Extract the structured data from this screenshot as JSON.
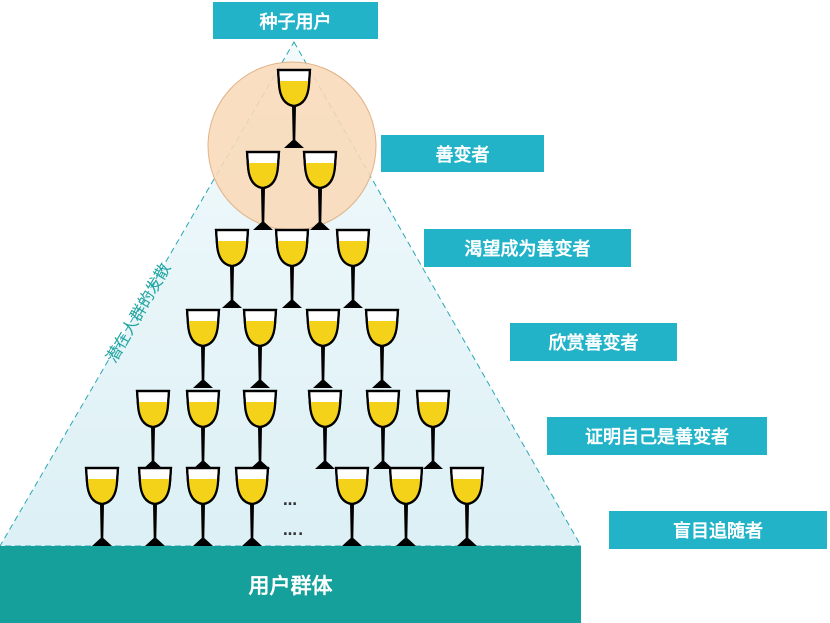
{
  "colors": {
    "label_bg": "#23b3c9",
    "label_text": "#ffffff",
    "pyramid_fill": "#e3f3f8",
    "base_fill": "#16a09b",
    "circle_fill": "#f9d9b8",
    "wine": "#f4d21a",
    "glass_outline": "#000000"
  },
  "labels": {
    "seed_users": "种子用户",
    "benevolent": "善变者",
    "aspiring": "渴望成为善变者",
    "admiring": "欣赏善变者",
    "proving": "证明自己是善变者",
    "blind_followers": "盲目追随者"
  },
  "base_label": "用户群体",
  "diffusion_label": "潜在人群的发散",
  "ellipsis_1": "…",
  "ellipsis_2": "…."
}
